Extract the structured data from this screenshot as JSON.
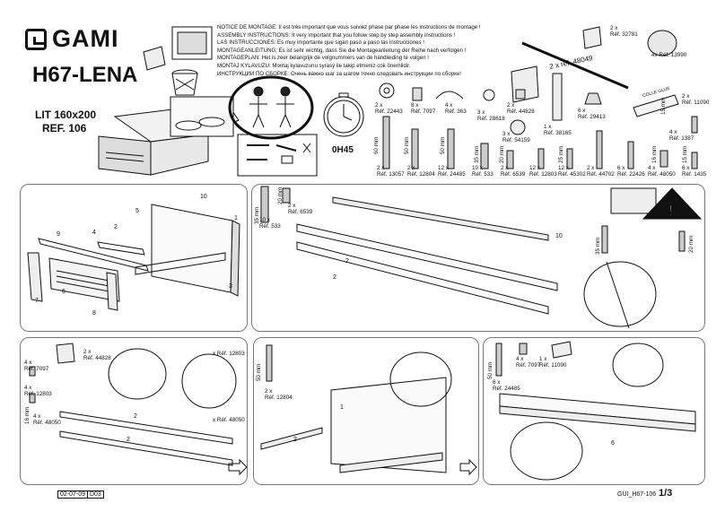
{
  "brand": {
    "name": "GAMI"
  },
  "model": "H67-LENA",
  "bed": {
    "size": "LIT 160x200",
    "ref": "REF. 106"
  },
  "notice": [
    "NOTICE DE MONTAGE: Il est très important que vous suiviez phase par phase les instructions de montage !",
    "ASSEMBLY INSTRUCTIONS: It very important that you follow step by step assembly instructions !",
    "LAS INSTRUCCIONES: Es muy importante que sigan paso a paso las instrucciones !",
    "MONTAGEANLEITUNG: Es ist sehr wichtig, dass Sie die Montageanleitung der Reihe nach verfolgen !",
    "MONTAGEPLAN: Het is zeer belangrijk de volgnummers van de handleiding te volgen !",
    "MONTAJ KYLAVUZU: Montaj kylavuzunu syrasý ile takip etmeniz cok önemlidir.",
    "ИНСТРУКЦИИ ПО СБОРКЕ: Очень важно шаг за шагом точно следовать инструкции по сборке!"
  ],
  "time": "0H45",
  "hardware_top": [
    {
      "qty": "2 x",
      "ref": "Réf. 32781"
    },
    {
      "qty": "2 x réf. 48049",
      "ref": ""
    },
    {
      "qty": "4x Réf. 13990",
      "ref": ""
    },
    {
      "qty": "2 x",
      "ref": "Réf. 22443"
    },
    {
      "qty": "8 x",
      "ref": "Réf. 7097"
    },
    {
      "qty": "4 x",
      "ref": "Réf. 363"
    },
    {
      "qty": "2 x",
      "ref": "Réf. 44828"
    },
    {
      "qty": "3 x",
      "ref": "Réf. 28618"
    },
    {
      "qty": "6 x",
      "ref": "Réf. 29413"
    },
    {
      "qty": "2 x",
      "ref": "Réf. 11090"
    },
    {
      "qty": "3 x",
      "ref": "Réf. 54159"
    },
    {
      "qty": "1 x",
      "ref": "Réf. 38165"
    },
    {
      "qty": "4 x",
      "ref": "Réf. 1387"
    }
  ],
  "glue_label": "COLLE GLUE",
  "hardware_bottom": [
    {
      "qty": "2 x",
      "ref": "Réf. 13057",
      "len": "60 mm"
    },
    {
      "qty": "2 x",
      "ref": "Réf. 12804",
      "len": "50 mm"
    },
    {
      "qty": "12 x",
      "ref": "Réf. 24485",
      "len": "50 mm"
    },
    {
      "qty": "10 x",
      "ref": "Réf. 533",
      "len": "35 mm"
    },
    {
      "qty": "2 x",
      "ref": "Réf. 6539",
      "len": "20 mm"
    },
    {
      "qty": "12 x",
      "ref": "Réf. 12803",
      "len": ""
    },
    {
      "qty": "12 x",
      "ref": "Réf. 45302",
      "len": "25 mm"
    },
    {
      "qty": "2 x",
      "ref": "Réf. 44702",
      "len": ""
    },
    {
      "qty": "6 x",
      "ref": "Réf. 22426",
      "len": ""
    },
    {
      "qty": "4 x",
      "ref": "Réf. 48050",
      "len": "16 mm"
    },
    {
      "qty": "6 x",
      "ref": "Réf. 1435",
      "len": "15 mm"
    }
  ],
  "len_15": "15 mm",
  "step1": {
    "parts": [
      "1",
      "2",
      "3",
      "4",
      "5",
      "6",
      "7",
      "8",
      "9",
      "10"
    ]
  },
  "step2": {
    "items": [
      {
        "len": "35 mm",
        "qty": "10 x",
        "ref": "Réf. 533"
      },
      {
        "len": "20 mm",
        "qty": "2 x",
        "ref": "Réf. 6539"
      }
    ],
    "parts": [
      "10",
      "2",
      "2"
    ],
    "detail_len_35": "35 mm",
    "detail_len_20": "20 mm"
  },
  "step3": {
    "items": [
      {
        "qty": "4 x",
        "ref": "Réf. 7097"
      },
      {
        "qty": "4 x",
        "ref": "Réf. 12803"
      },
      {
        "qty": "4 x",
        "ref": "Réf. 48050",
        "len": "16 mm"
      },
      {
        "qty": "2 x",
        "ref": "Réf. 44828"
      }
    ],
    "labels": [
      "x Réf. 12803",
      "x Réf. 48050"
    ],
    "parts": [
      "2",
      "2"
    ]
  },
  "step4": {
    "item": {
      "len": "50 mm",
      "qty": "2 x",
      "ref": "Réf. 12804"
    },
    "parts": [
      "1",
      "2"
    ]
  },
  "step5": {
    "items": [
      {
        "len": "50 mm",
        "qty": "6 x",
        "ref": "Réf. 24485"
      },
      {
        "qty": "4 x",
        "ref": "Réf. 7097"
      },
      {
        "qty": "1 x",
        "ref": "Réf. 11090"
      }
    ],
    "parts": [
      "6"
    ]
  },
  "footer": {
    "date": "02-07-09",
    "rev": "D03",
    "doc": "GUI_H67-106",
    "page": "1/3"
  }
}
